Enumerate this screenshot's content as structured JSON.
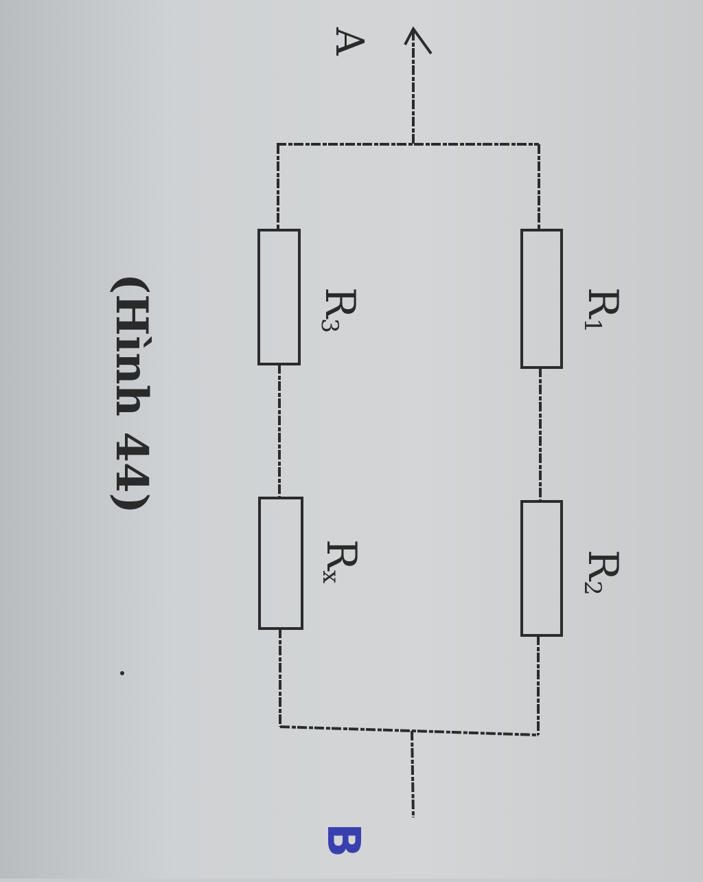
{
  "diagram": {
    "terminal_a": "A",
    "terminal_b": "B",
    "resistors": {
      "r1": {
        "name": "R",
        "sub": "1"
      },
      "r2": {
        "name": "R",
        "sub": "2"
      },
      "r3": {
        "name": "R",
        "sub": "3"
      },
      "rx": {
        "name": "R",
        "sub": "x"
      }
    },
    "caption": "(Hình 44)",
    "colors": {
      "ink": "#2b2b2b",
      "handwriting": "#3a3fb0"
    }
  }
}
